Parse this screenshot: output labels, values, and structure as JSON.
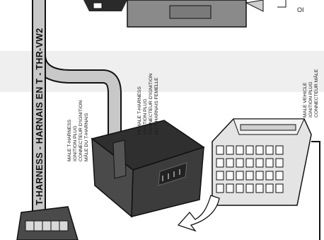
{
  "banner": {
    "text": "T-HARNESS - HARNAIS EN T  -  THR-VW2"
  },
  "labels": {
    "male_t_harness": [
      "MALE T-HARNESS",
      "IGNITION PLUG",
      "CONNECTEUR D'IGNITION",
      "MÂLE DU T-HARNAIS"
    ],
    "female_t_harness": [
      "FEMALE T-HARNESS",
      "IGNITION PLUG",
      "CONNECTEUR D'IGNITION",
      "DU T-HARNAIS FEMELLE"
    ],
    "male_vehicle": [
      "MALE VEHICLE",
      "IGNITION PLUG",
      "CONNECTEUR MÂLE"
    ],
    "corner_fragment": "OI"
  },
  "colors": {
    "connector_dark": "#3c3c3c",
    "connector_light": "#e4e4e4",
    "cable": "#c8c8c8",
    "band": "#efefef",
    "outline": "#111111"
  }
}
